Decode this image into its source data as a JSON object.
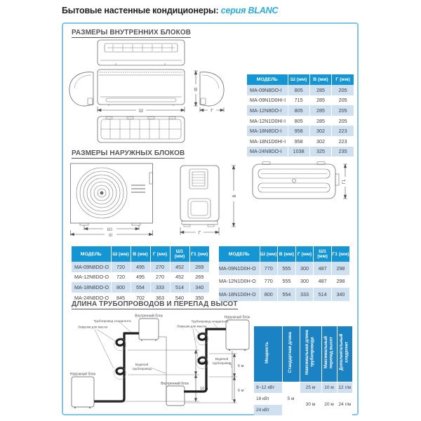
{
  "title": {
    "prefix": "Бытовые настенные кондиционеры:",
    "series": "серия BLANC"
  },
  "colors": {
    "accent": "#29abe2",
    "table_header_blue": "#1496d4",
    "piping_header_blue": "#1b82c4",
    "row_alt_blue": "#cfe1f1",
    "frame_border_blue": "#7fc6e8"
  },
  "indoor": {
    "heading": "РАЗМЕРЫ ВНУТРЕННИХ БЛОКОВ",
    "dims": {
      "w": "Ш",
      "h": "В",
      "d": "Г"
    },
    "table": {
      "headers": [
        "МОДЕЛЬ",
        "Ш (мм)",
        "В (мм)",
        "Г (мм)"
      ],
      "rows": [
        [
          "MA-09N8DO-I",
          "805",
          "285",
          "205"
        ],
        [
          "MA-09N1D0HI-I",
          "715",
          "285",
          "205"
        ],
        [
          "MA-12N8DO-I",
          "805",
          "285",
          "205"
        ],
        [
          "MA-12N1D0HI-I",
          "805",
          "285",
          "205"
        ],
        [
          "MA-18N8DO-I",
          "958",
          "302",
          "223"
        ],
        [
          "MA-18N1D0HI-I",
          "958",
          "302",
          "223"
        ],
        [
          "MA-24N8DO-I",
          "1038",
          "325",
          "235"
        ]
      ]
    }
  },
  "outdoor": {
    "heading": "РАЗМЕРЫ НАРУЖНЫХ БЛОКОВ",
    "dims": {
      "w": "Ш",
      "w1": "Ш1",
      "h": "В",
      "d": "Г",
      "d1": "Г1"
    },
    "table_left": {
      "headers": [
        "МОДЕЛЬ",
        "Ш (мм)",
        "В (мм)",
        "Г (мм)",
        "Ш1 (мм)",
        "Г1 (мм)"
      ],
      "rows": [
        [
          "MA-09N8DO-O",
          "720",
          "495",
          "270",
          "452",
          "269"
        ],
        [
          "MA-12N8DO-O",
          "720",
          "495",
          "270",
          "452",
          "269"
        ],
        [
          "MA-18N8DO-O",
          "800",
          "554",
          "333",
          "514",
          "340"
        ],
        [
          "MA-24N8DO-O",
          "845",
          "702",
          "363",
          "540",
          "350"
        ]
      ]
    },
    "table_right": {
      "headers": [
        "МОДЕЛЬ",
        "Ш (мм)",
        "В (мм)",
        "Г (мм)",
        "Ш1 (мм)",
        "Г1 (мм)"
      ],
      "rows": [
        [
          "MA-09N1D0H-O",
          "770",
          "555",
          "300",
          "487",
          "298"
        ],
        [
          "MA-12N1D0H-O",
          "770",
          "555",
          "300",
          "487",
          "298"
        ],
        [
          "MA-18N1D0H-O",
          "800",
          "554",
          "333",
          "514",
          "340"
        ]
      ]
    }
  },
  "piping": {
    "heading": "ДЛИНА ТРУБОПРОВОДОВ И ПЕРЕПАД ВЫСОТ",
    "labels": {
      "indoor_unit": "Внутренний блок",
      "outdoor_unit": "Наружный блок",
      "refrigerant_pipe": "Трубопровод хладагента",
      "oil_traps": "Ловушки для масла",
      "water_line1": "Водяной",
      "water_line2": "трубопровод"
    },
    "left_diagram": {
      "dim_top": "10 м",
      "dim_bottom": "10 м"
    },
    "right_diagram": {
      "dim_top": "6 м",
      "dim_bottom": "6 м"
    },
    "table": {
      "headers": [
        "Мощность",
        "Стандартная длина",
        "Максимальная длина трубопровода",
        "Максимальный перепад высот",
        "Дополнительный хладагент"
      ],
      "rows_power": [
        "9~12 кВт",
        "18 кВт",
        "24 кВт"
      ],
      "standard_length": "5 м",
      "row1": [
        "25 м",
        "10 м",
        "12 г/м"
      ],
      "rows23": [
        "30 м",
        "20 м",
        "24 г/м"
      ]
    }
  }
}
